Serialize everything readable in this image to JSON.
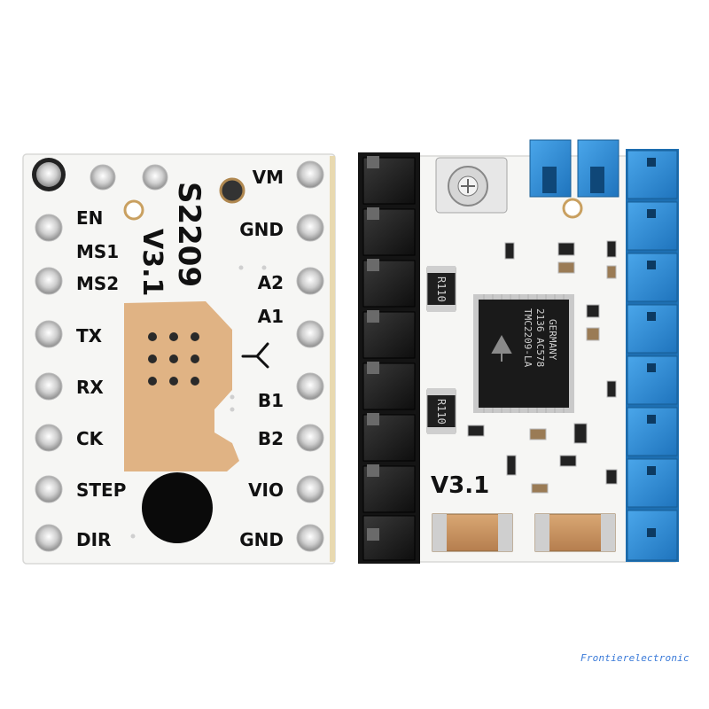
{
  "board_back": {
    "labels_left": [
      "EN",
      "MS1",
      "MS2",
      "TX",
      "RX",
      "CK",
      "STEP",
      "DIR"
    ],
    "labels_right": [
      "VM",
      "GND",
      "A2",
      "A1",
      "B1",
      "B2",
      "VIO",
      "GND"
    ],
    "model": "S2209",
    "version": "V3.1"
  },
  "board_front": {
    "version": "V3.1",
    "resistor_code": "R110",
    "resistor_code_2": "R110",
    "chip_line_1": "TMC2209-LA",
    "chip_line_2": "2136 AC578",
    "chip_line_3": "GERMANY"
  },
  "watermark": "Frontierelectronic",
  "colors": {
    "pcb": "#f6f6f4",
    "copper_pad": "#e0b384",
    "header_black": "#1c1c1c",
    "header_blue": "#2f8fd8",
    "chip": "#1a1a1a"
  }
}
